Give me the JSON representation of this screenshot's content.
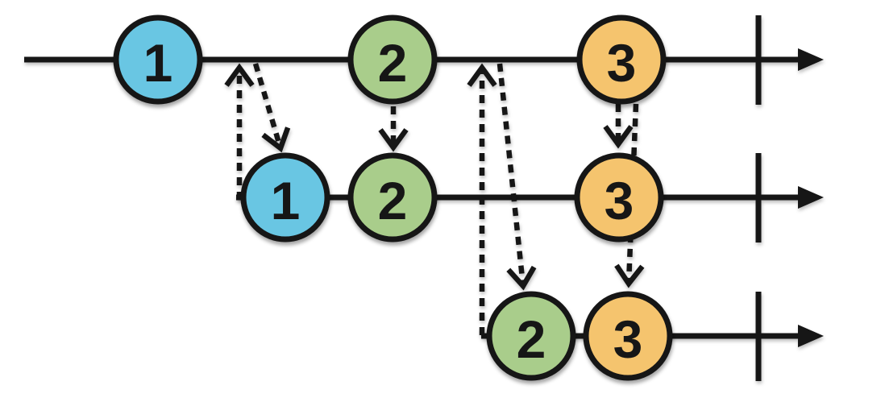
{
  "diagram": {
    "kind": "marble-sequence-diagram",
    "background": "#ffffff",
    "line_color": "#141414",
    "label_color": "#191919",
    "marble_colors": {
      "blue": "#69C6E3",
      "green": "#A9CD8B",
      "orange": "#F5C46E"
    },
    "timelines": [
      {
        "name": "timeline-1",
        "events": [
          {
            "label": "1",
            "color": "#69C6E3"
          },
          {
            "label": "2",
            "color": "#A9CD8B"
          },
          {
            "label": "3",
            "color": "#F5C46E"
          }
        ]
      },
      {
        "name": "timeline-2",
        "events": [
          {
            "label": "1",
            "color": "#69C6E3"
          },
          {
            "label": "2",
            "color": "#A9CD8B"
          },
          {
            "label": "3",
            "color": "#F5C46E"
          }
        ]
      },
      {
        "name": "timeline-3",
        "events": [
          {
            "label": "2",
            "color": "#A9CD8B"
          },
          {
            "label": "3",
            "color": "#F5C46E"
          }
        ]
      }
    ]
  }
}
